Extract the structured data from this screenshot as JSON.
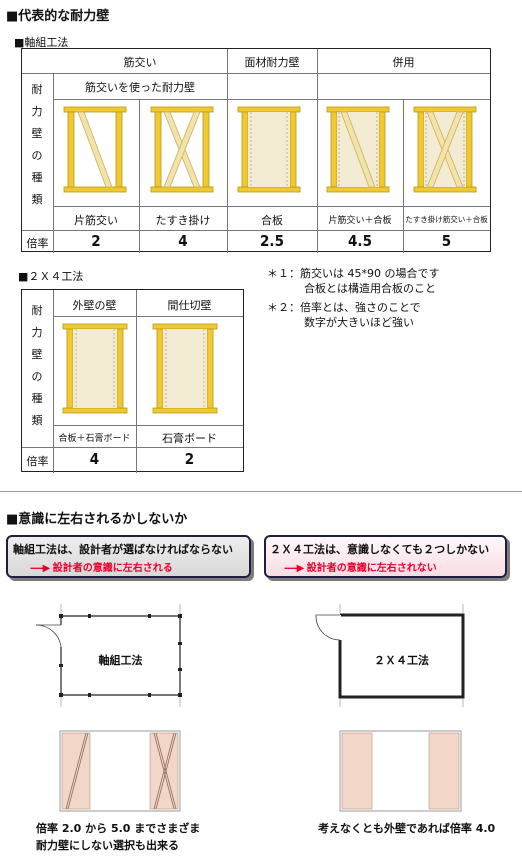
{
  "section1": {
    "title": "■代表的な耐力壁",
    "jikugumi": {
      "label": "■軸組工法",
      "headers": [
        "筋交い",
        "面材耐力壁",
        "併用"
      ],
      "subheader": "筋交いを使った耐力壁",
      "side_label": [
        "耐",
        "力",
        "壁",
        "の",
        "種",
        "類"
      ],
      "captions": [
        "片筋交い",
        "たすき掛け",
        "合板",
        "片筋交い＋合板",
        "たすき掛け筋交い＋合板"
      ],
      "rate_label": "倍率",
      "rates": [
        "2",
        "4",
        "2.5",
        "4.5",
        "5"
      ]
    },
    "twobyfour": {
      "label": "■２Ｘ４工法",
      "headers": [
        "外壁の壁",
        "間仕切壁"
      ],
      "side_label": [
        "耐",
        "力",
        "壁",
        "の",
        "種",
        "類"
      ],
      "captions": [
        "合板＋石膏ボード",
        "石膏ボード"
      ],
      "rate_label": "倍率",
      "rates": [
        "4",
        "2"
      ]
    },
    "notes": {
      "n1_line1": "＊１：筋交いは 45*90 の場合です",
      "n1_line2": "合板とは構造用合板のこと",
      "n2_line1": "＊２：倍率とは、強さのことで",
      "n2_line2": "数字が大きいほど強い"
    }
  },
  "section2": {
    "title": "■意識に左右されるかしないか",
    "left_box": {
      "line1": "軸組工法は、設計者が選ばなければならない",
      "line2": "設計者の意識に左右される"
    },
    "right_box": {
      "line1": "２Ｘ４工法は、意識しなくても２つしかない",
      "line2": "設計者の意識に左右されない"
    },
    "plan_left_label": "軸組工法",
    "plan_right_label": "２Ｘ４工法",
    "caption_left_1": "倍率 2.0 から 5.0 までさまざま",
    "caption_left_2": "耐力壁にしない選択も出来る",
    "caption_right": "考えなくとも外壁であれば倍率 4.0"
  },
  "colors": {
    "wood": "#f0c832",
    "brace": "#f3e3a6",
    "panel": "#f4ecd2",
    "pink_panel": "#f2d6c8",
    "alert_red": "#e8002d"
  }
}
